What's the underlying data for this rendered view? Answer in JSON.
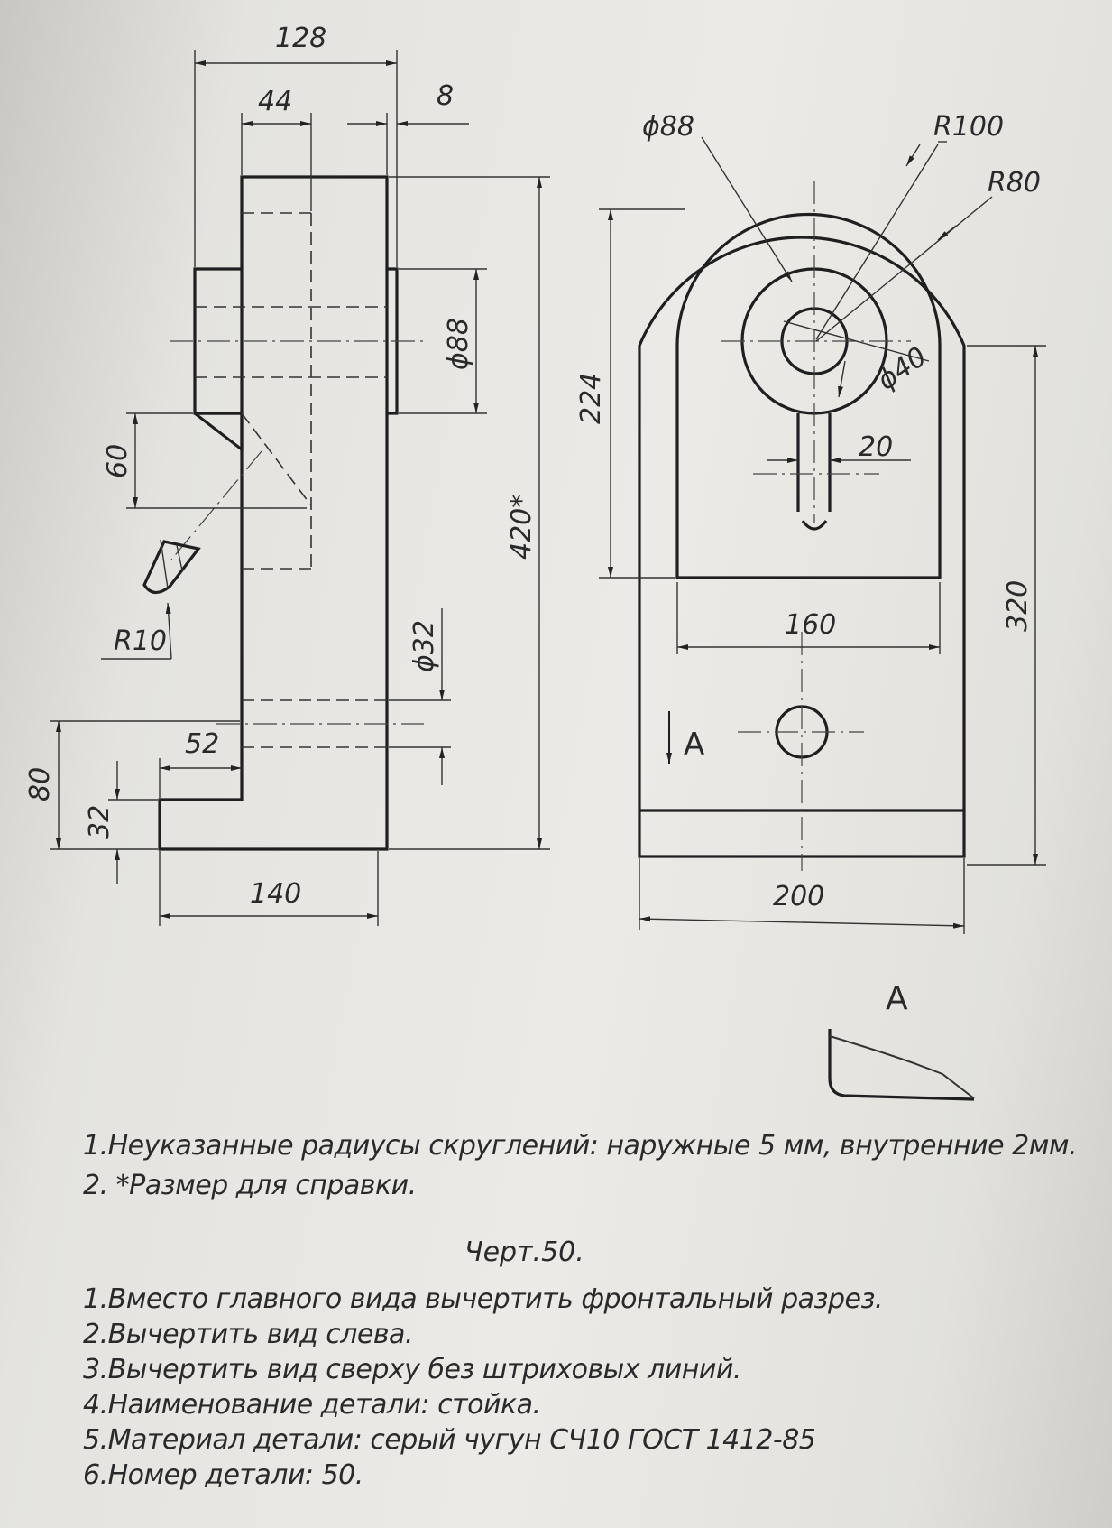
{
  "dimensions": {
    "width_128": "128",
    "width_44": "44",
    "width_8": "8",
    "dia_88_side": "ϕ88",
    "height_60": "60",
    "radius_10": "R10",
    "height_420": "420*",
    "dia_32": "ϕ32",
    "width_52": "52",
    "height_80": "80",
    "height_32": "32",
    "width_140": "140",
    "dia_88_front": "ϕ88",
    "radius_100": "R100",
    "radius_80": "R80",
    "dia_40": "ϕ40",
    "height_224": "224",
    "width_20": "20",
    "width_160": "160",
    "height_320": "320",
    "width_200": "200"
  },
  "view_labels": {
    "section_arrow": "A",
    "view_a": "A"
  },
  "notes": [
    "1.Неуказанные радиусы скруглений: наружные 5 мм, внутренние 2мм.",
    "2. *Размер для справки."
  ],
  "drawing_title": "Черт.50.",
  "tasks": [
    "1.Вместо главного вида вычертить фронтальный  разрез.",
    "2.Вычертить вид слева.",
    "3.Вычертить вид сверху без штриховых линий.",
    "4.Наименование детали: стойка.",
    "5.Материал детали: серый чугун СЧ10 ГОСТ 1412-85",
    "6.Номер детали: 50."
  ]
}
